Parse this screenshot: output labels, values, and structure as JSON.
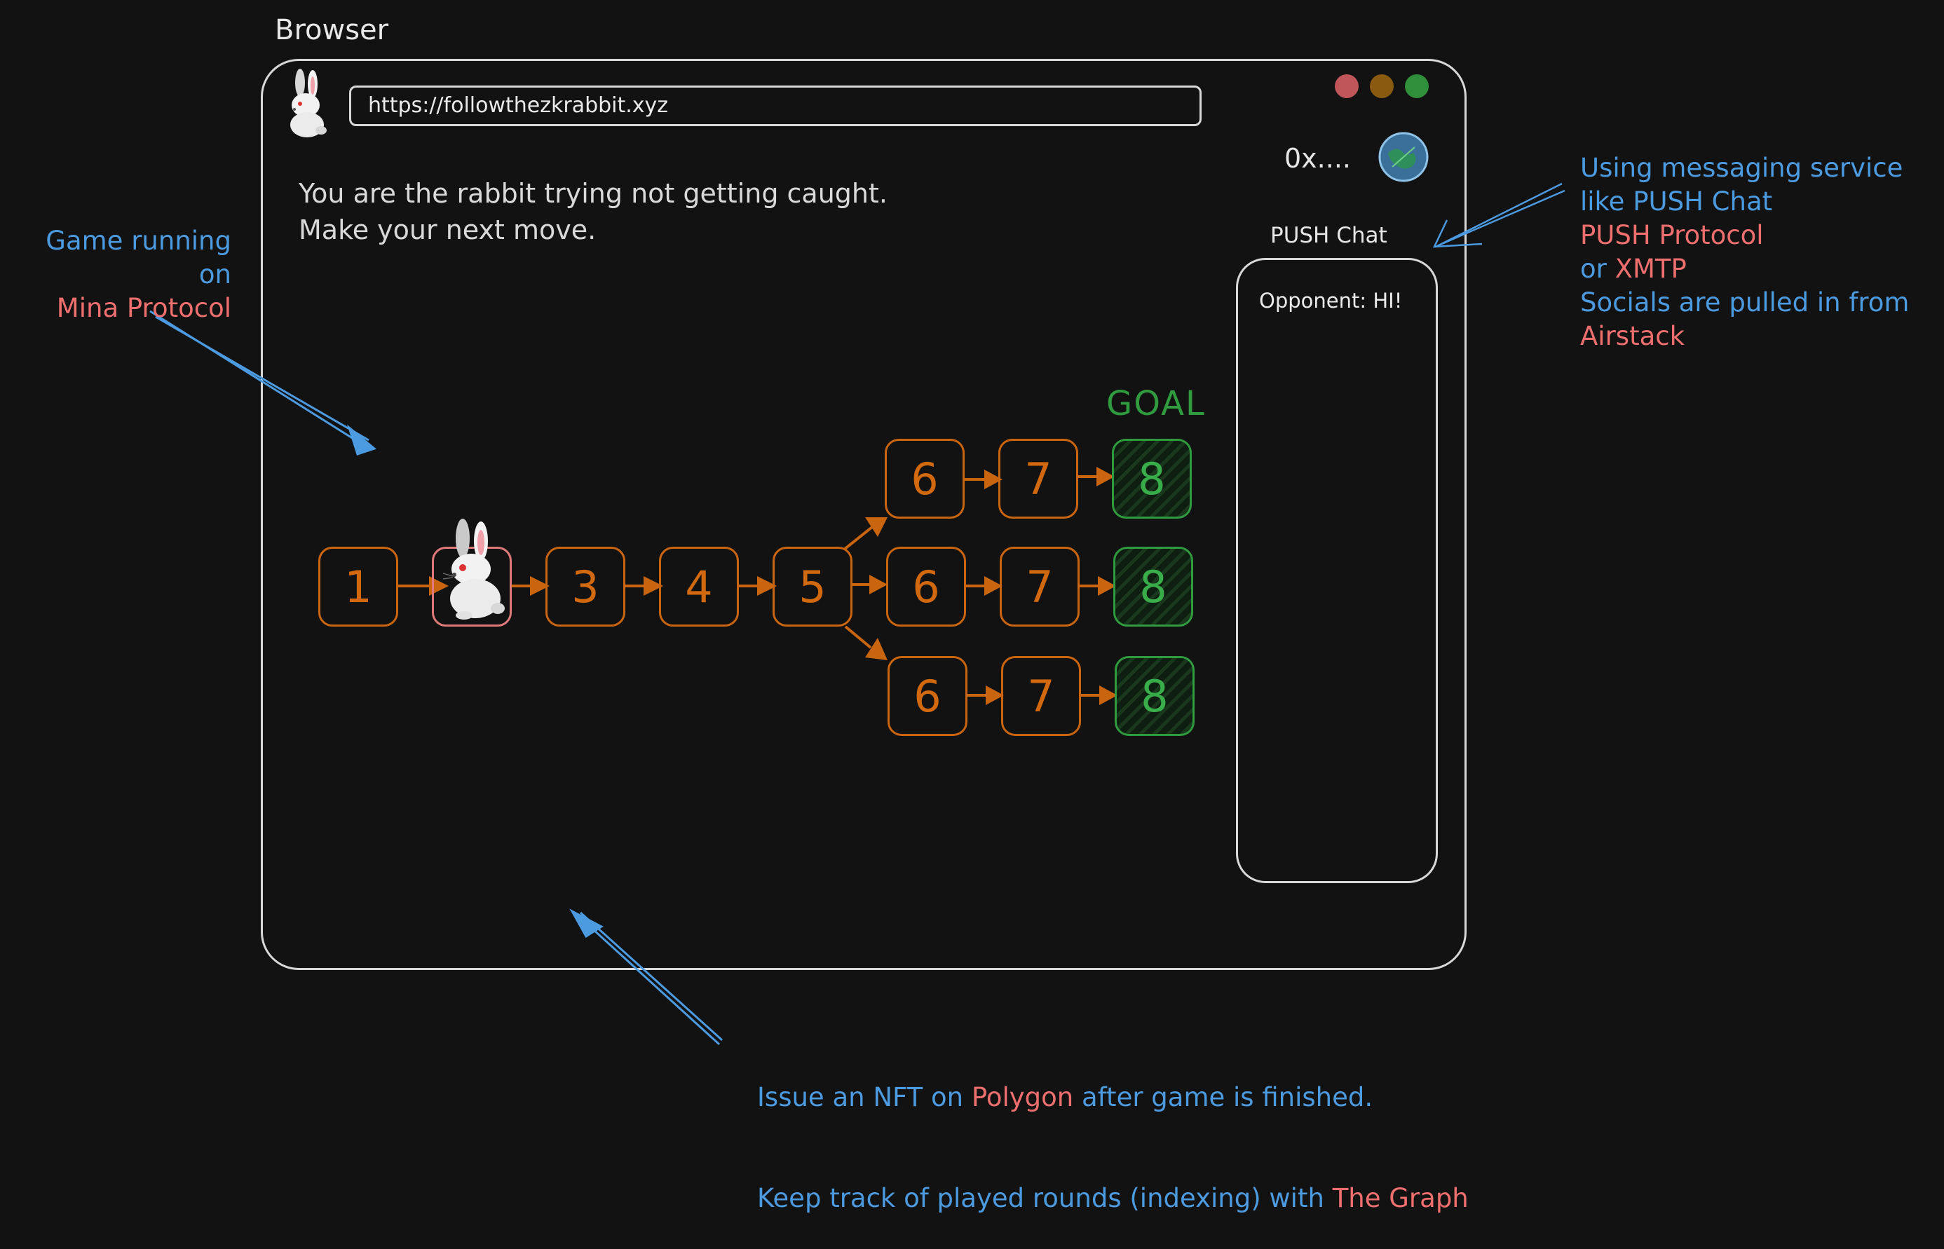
{
  "browser": {
    "label": "Browser",
    "url": "https://followthezkrabbit.xyz",
    "window_dots": [
      "#c0565a",
      "#8a5a10",
      "#2f8f3a"
    ],
    "wallet_address": "0x....",
    "avatar_icon": "globe-icon",
    "logo_icon": "rabbit-icon"
  },
  "game": {
    "prompt_line1": "You are the rabbit trying not getting caught.",
    "prompt_line2": "Make your next move.",
    "goal_label": "GOAL",
    "main_path": [
      "1",
      "",
      "3",
      "4",
      "5"
    ],
    "branches": [
      [
        "6",
        "7",
        "8"
      ],
      [
        "6",
        "7",
        "8"
      ],
      [
        "6",
        "7",
        "8"
      ]
    ],
    "player_icon": "rabbit-icon",
    "colors": {
      "node": "#c9650e",
      "goal": "#2f9a3e",
      "player": "#e07a7a"
    }
  },
  "chat": {
    "title": "PUSH Chat",
    "message": "Opponent: HI!"
  },
  "annotations": {
    "left": {
      "line1": "Game running on",
      "line2": "Mina Protocol"
    },
    "right": {
      "line1": "Using messaging service",
      "line2": "like PUSH Chat",
      "line3": "PUSH Protocol",
      "line4_prefix": "or ",
      "line4_highlight": "XMTP",
      "line5": "Socials are pulled in from",
      "line6": "Airstack"
    },
    "bottom": {
      "line1_prefix": "Issue an NFT on ",
      "line1_highlight": "Polygon",
      "line1_suffix": " after game is finished.",
      "line2_prefix": "Keep track of played rounds (indexing) with ",
      "line2_highlight": "The Graph"
    },
    "colors": {
      "blue": "#4c9ae0",
      "red": "#ef6f6f"
    }
  }
}
